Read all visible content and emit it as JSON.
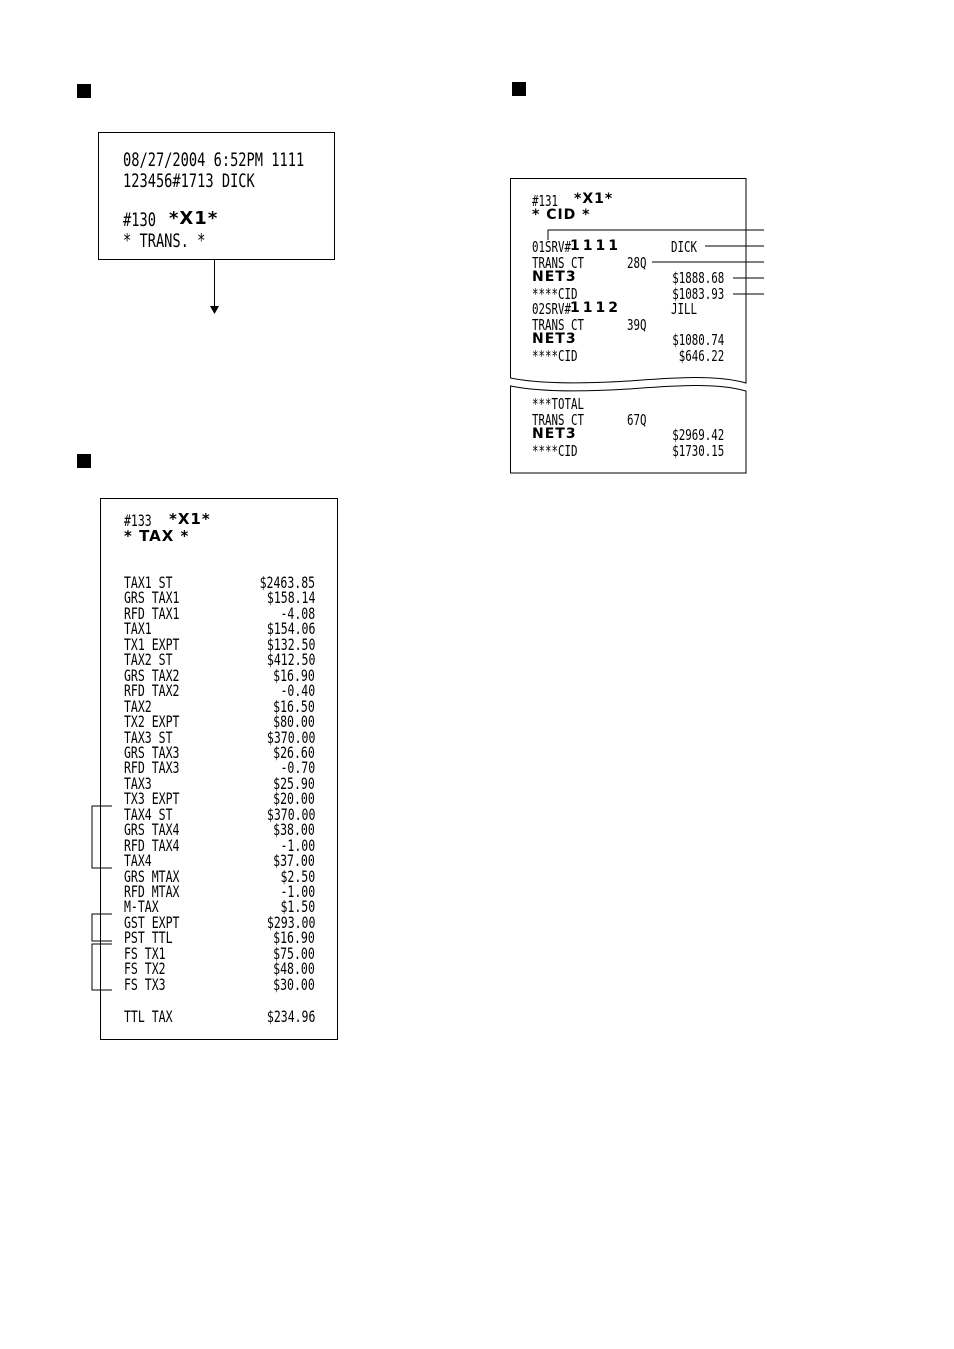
{
  "trans_receipt": {
    "datetime": "08/27/2004  6:52PM  1111",
    "line2": "123456#1713     DICK",
    "report_no": "#130",
    "x1": "*X1*",
    "title": "* TRANS. *"
  },
  "tax_receipt": {
    "report_no": "#133",
    "x1": "*X1*",
    "title": "* TAX *",
    "rows": [
      {
        "label": "TAX1 ST",
        "value": "$2463.85"
      },
      {
        "label": "GRS TAX1",
        "value": "$158.14"
      },
      {
        "label": "RFD TAX1",
        "value": "-4.08"
      },
      {
        "label": "TAX1",
        "value": "$154.06"
      },
      {
        "label": "TX1 EXPT",
        "value": "$132.50"
      },
      {
        "label": "TAX2 ST",
        "value": "$412.50"
      },
      {
        "label": "GRS TAX2",
        "value": "$16.90"
      },
      {
        "label": "RFD TAX2",
        "value": "-0.40"
      },
      {
        "label": "TAX2",
        "value": "$16.50"
      },
      {
        "label": "TX2 EXPT",
        "value": "$80.00"
      },
      {
        "label": "TAX3 ST",
        "value": "$370.00"
      },
      {
        "label": "GRS TAX3",
        "value": "$26.60"
      },
      {
        "label": "RFD TAX3",
        "value": "-0.70"
      },
      {
        "label": "TAX3",
        "value": "$25.90"
      },
      {
        "label": "TX3 EXPT",
        "value": "$20.00"
      },
      {
        "label": "TAX4 ST",
        "value": "$370.00"
      },
      {
        "label": "GRS TAX4",
        "value": "$38.00"
      },
      {
        "label": "RFD TAX4",
        "value": "-1.00"
      },
      {
        "label": "TAX4",
        "value": "$37.00"
      },
      {
        "label": "GRS MTAX",
        "value": "$2.50"
      },
      {
        "label": "RFD MTAX",
        "value": "-1.00"
      },
      {
        "label": "M-TAX",
        "value": "$1.50"
      },
      {
        "label": "GST EXPT",
        "value": "$293.00"
      },
      {
        "label": "PST TTL",
        "value": "$16.90"
      },
      {
        "label": "FS TX1",
        "value": "$75.00"
      },
      {
        "label": "FS TX2",
        "value": "$48.00"
      },
      {
        "label": "FS TX3",
        "value": "$30.00"
      }
    ],
    "total_label": "TTL TAX",
    "total_value": "$234.96"
  },
  "cid_receipt": {
    "report_no": "#131",
    "x1": "*X1*",
    "title": "* CID *",
    "s1_prefix": "01SRV#",
    "s1_code": "1111",
    "s1_name": "DICK",
    "s1_trans_label": "TRANS CT",
    "s1_trans_val": "28Q",
    "s1_net_label": "NET3",
    "s1_net_val": "$1888.68",
    "s1_cid_label": "****CID",
    "s1_cid_val": "$1083.93",
    "s2_prefix": "02SRV#",
    "s2_code": "1112",
    "s2_name": "JILL",
    "s2_trans_label": "TRANS CT",
    "s2_trans_val": "39Q",
    "s2_net_label": "NET3",
    "s2_net_val": "$1080.74",
    "s2_cid_label": "****CID",
    "s2_cid_val": "$646.22",
    "t_label": "***TOTAL",
    "t_trans_label": "TRANS CT",
    "t_trans_val": "67Q",
    "t_net_label": "NET3",
    "t_net_val": "$2969.42",
    "t_cid_label": "****CID",
    "t_cid_val": "$1730.15"
  }
}
